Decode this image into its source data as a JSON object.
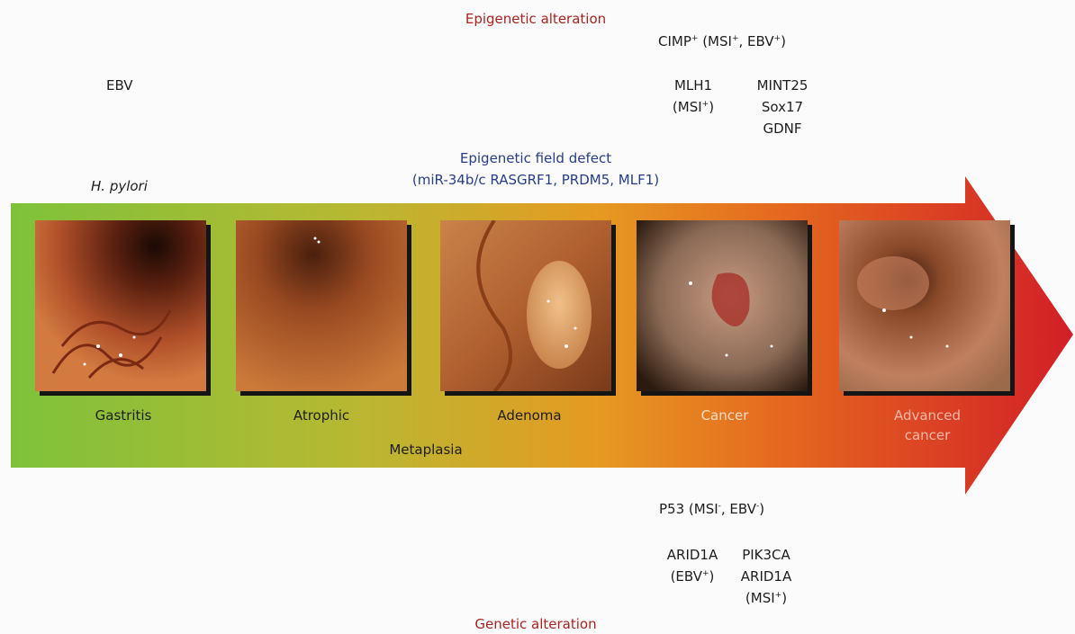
{
  "top_header": "Epigenetic alteration",
  "bottom_header": "Genetic alteration",
  "ebv": "EBV",
  "hpylori": "H. pylori",
  "epi_top": {
    "cimp": {
      "prefix": "CIMP",
      "sup1": "+",
      "mid1": " (MSI",
      "sup2": "+",
      "mid2": ", EBV",
      "sup3": "+",
      "suffix": ")"
    },
    "mlh1": "MLH1",
    "mlh1_msi": {
      "prefix": "(MSI",
      "sup": "+",
      "suffix": ")"
    },
    "mint25": "MINT25",
    "sox17": "Sox17",
    "gdnf": "GDNF"
  },
  "field_defect": {
    "title": "Epigenetic field defect",
    "genes": "(miR-34b/c RASGRF1, PRDM5, MLF1)"
  },
  "stages": [
    {
      "label": "Gastritis"
    },
    {
      "label": "Atrophic"
    },
    {
      "label": "Adenoma"
    },
    {
      "label": "Cancer"
    },
    {
      "label": "Advanced",
      "label2": "cancer"
    }
  ],
  "metaplasia": "Metaplasia",
  "genetic": {
    "p53": {
      "prefix": "P53 (MSI",
      "sup1": "-",
      "mid": ", EBV",
      "sup2": "-",
      "suffix": ")"
    },
    "arid1a": "ARID1A",
    "arid1a_ebv": {
      "prefix": "(EBV",
      "sup": "+",
      "suffix": ")"
    },
    "pik3ca": "PIK3CA",
    "arid1a_2": "ARID1A",
    "arid1a_msi": {
      "prefix": "(MSI",
      "sup": "+",
      "suffix": ")"
    }
  },
  "colors": {
    "arrow_start": "#7ec23a",
    "arrow_mid": "#e8a21e",
    "arrow_end": "#d21f27",
    "epigenetic_text": "#a8231f",
    "field_defect_text": "#253e86"
  }
}
